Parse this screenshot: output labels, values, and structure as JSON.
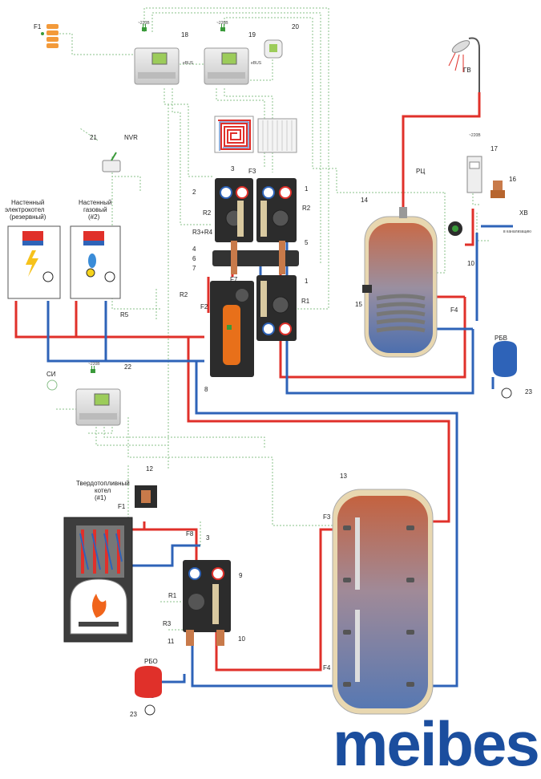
{
  "colors": {
    "hot": "#e0302a",
    "cold": "#2e63b8",
    "signal": "#8ac08a",
    "logo": "#1b4e9e",
    "tank_top": "#c8704a",
    "tank_bottom": "#5f7bb0"
  },
  "labels": {
    "f1_top": "F1",
    "voltage_18": "~220В",
    "voltage_19": "~220В",
    "voltage_17": "~220В",
    "voltage_22": "~220В",
    "ebus_18": "eBUS",
    "ebus_19": "eBUS",
    "nvr": "NVR",
    "gv": "ГВ",
    "rc": "РЦ",
    "hv": "ХВ",
    "to_sewer": "в канализацию",
    "rbv": "РБВ",
    "rbo": "РБО",
    "si": "СИ",
    "electric_boiler": [
      "Настенный",
      "электрокотел",
      "(резервный)"
    ],
    "gas_boiler": [
      "Настенный",
      "газовый",
      "(#2)"
    ],
    "solid_boiler": [
      "Твердотопливный",
      "котел",
      "(#1)"
    ],
    "r2_a": "R2",
    "r2_b": "R2",
    "r2_c": "R2",
    "r3r4": "R3+R4",
    "r5": "R5",
    "r1_a": "R1",
    "r1_b": "R1",
    "r3_b": "R3",
    "f2": "F2",
    "f3_a": "F3",
    "f3_b": "F3",
    "f4_a": "F4",
    "f4_b": "F4",
    "f1_b": "F1",
    "f7": "F7",
    "f8": "F8"
  },
  "numbers": {
    "n1a": "1",
    "n1b": "1",
    "n2": "2",
    "n3a": "3",
    "n3b": "3",
    "n4": "4",
    "n5": "5",
    "n6": "6",
    "n7": "7",
    "n8": "8",
    "n9": "9",
    "n10a": "10",
    "n10b": "10",
    "n11": "11",
    "n12": "12",
    "n13": "13",
    "n14": "14",
    "n15": "15",
    "n16": "16",
    "n17": "17",
    "n18": "18",
    "n19": "19",
    "n20": "20",
    "n21": "21",
    "n22": "22",
    "n23a": "23",
    "n23b": "23"
  },
  "logo": {
    "text": "meibes"
  }
}
